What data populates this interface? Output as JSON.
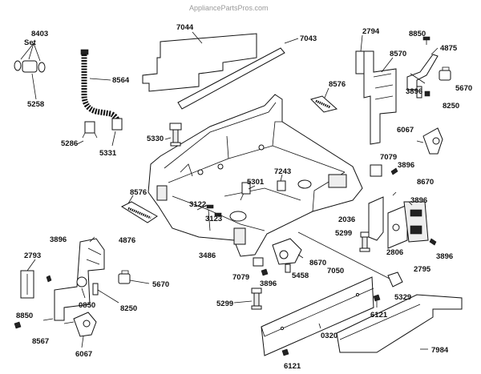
{
  "watermark": "AppliancePartsPros.com",
  "labels": {
    "l8403": "8403",
    "set": "Set",
    "l5258": "5258",
    "l7044": "7044",
    "l7043": "7043",
    "l8564": "8564",
    "l2794": "2794",
    "l8850a": "8850",
    "l4875": "4875",
    "l8570": "8570",
    "l5670a": "5670",
    "l3896a": "3896",
    "l8250a": "8250",
    "l8576a": "8576",
    "l6067a": "6067",
    "l5286": "5286",
    "l5331": "5331",
    "l5330": "5330",
    "l7079a": "7079",
    "l3896b": "3896",
    "l5301": "5301",
    "l7243": "7243",
    "l8670a": "8670",
    "l3896c": "3896",
    "l8576b": "8576",
    "l3122": "3122",
    "l3123": "3123",
    "l2036": "2036",
    "l5299a": "5299",
    "l2806": "2806",
    "l3896d": "3896",
    "l2795": "2795",
    "l3896e": "3896",
    "l4876": "4876",
    "l2793": "2793",
    "l3486": "3486",
    "l7079b": "7079",
    "l8670b": "8670",
    "l3896f": "3896",
    "l5458": "5458",
    "l7050": "7050",
    "l5329": "5329",
    "l5670b": "5670",
    "l0850": "0850",
    "l8250b": "8250",
    "l8850b": "8850",
    "l5299b": "5299",
    "l6121a": "6121",
    "l8567": "8567",
    "l6067b": "6067",
    "l0320": "0320",
    "l7984": "7984",
    "l6121b": "6121"
  }
}
